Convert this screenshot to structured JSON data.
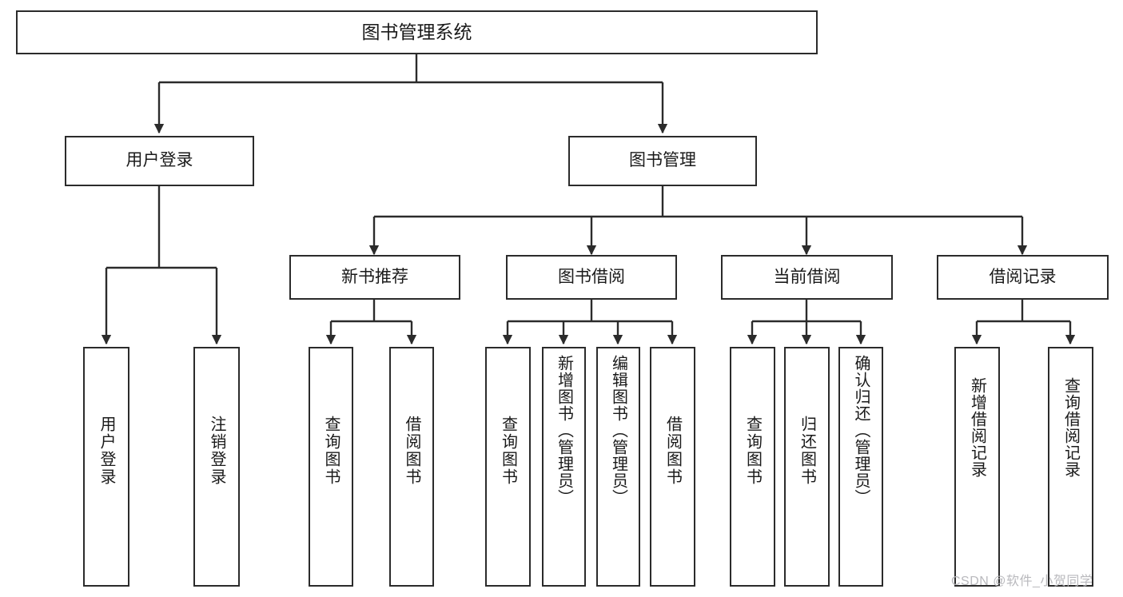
{
  "diagram": {
    "title": "图书管理系统",
    "type": "tree-hierarchy-chart",
    "watermark": "CSDN @软件_小贺同学",
    "colors": {
      "box_border": "#2b2b2b",
      "box_fill": "#ffffff",
      "edge": "#2b2b2b",
      "text": "#1a1a1a",
      "watermark": "#b9b9bd",
      "background": "#ffffff"
    },
    "nodes": {
      "root": {
        "label": "图书管理系统"
      },
      "level1": [
        {
          "id": "user-login",
          "label": "用户登录"
        },
        {
          "id": "book-manage",
          "label": "图书管理"
        }
      ],
      "level2": [
        {
          "id": "new-book-rec",
          "label": "新书推荐"
        },
        {
          "id": "book-borrow",
          "label": "图书借阅"
        },
        {
          "id": "current-borrow",
          "label": "当前借阅"
        },
        {
          "id": "borrow-record",
          "label": "借阅记录"
        }
      ],
      "leaves": [
        {
          "id": "leaf-user-login",
          "label": "用户登录",
          "parent": "user-login"
        },
        {
          "id": "leaf-logout",
          "label": "注销登录",
          "parent": "user-login"
        },
        {
          "id": "leaf-query-book-1",
          "label": "查询图书",
          "parent": "new-book-rec"
        },
        {
          "id": "leaf-borrow-book-1",
          "label": "借阅图书",
          "parent": "new-book-rec"
        },
        {
          "id": "leaf-query-book-2",
          "label": "查询图书",
          "parent": "book-borrow"
        },
        {
          "id": "leaf-add-book",
          "label": "新增图书（管理员）",
          "parent": "book-borrow"
        },
        {
          "id": "leaf-edit-book",
          "label": "编辑图书（管理员）",
          "parent": "book-borrow"
        },
        {
          "id": "leaf-borrow-book-2",
          "label": "借阅图书",
          "parent": "book-borrow"
        },
        {
          "id": "leaf-query-book-3",
          "label": "查询图书",
          "parent": "current-borrow"
        },
        {
          "id": "leaf-return-book",
          "label": "归还图书",
          "parent": "current-borrow"
        },
        {
          "id": "leaf-confirm-return",
          "label": "确认归还（管理员）",
          "parent": "current-borrow"
        },
        {
          "id": "leaf-add-record",
          "label": "新增借阅记录",
          "parent": "borrow-record"
        },
        {
          "id": "leaf-query-record",
          "label": "查询借阅记录",
          "parent": "borrow-record"
        }
      ]
    }
  }
}
